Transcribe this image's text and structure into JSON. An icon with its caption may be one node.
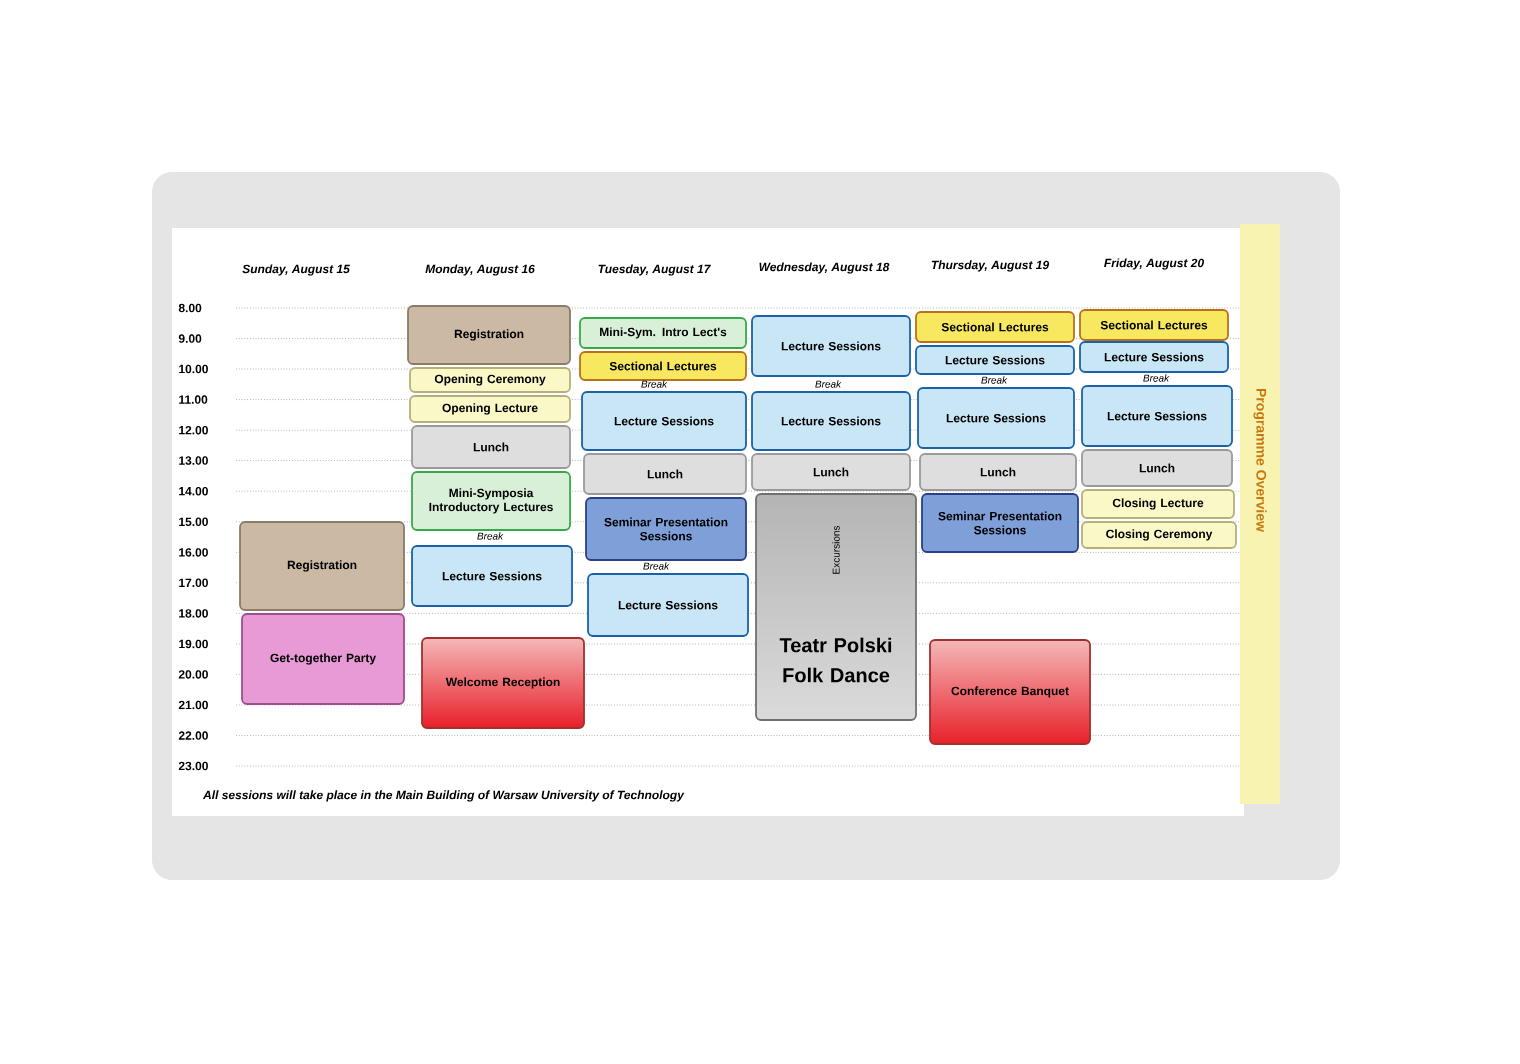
{
  "diagram": {
    "nodes": [
      {
        "text": [
          "Registration"
        ]
      },
      {
        "text": [
          "Get-together Party"
        ]
      },
      {
        "text": [
          "Registration"
        ]
      },
      {
        "text": [
          "Opening Ceremony"
        ]
      },
      {
        "text": [
          "Opening Lecture"
        ]
      },
      {
        "text": [
          "Lunch"
        ]
      },
      {
        "text": [
          "Mini-Symposia Introductory Lectures"
        ]
      },
      {
        "text": [
          "Lecture Sessions"
        ]
      },
      {
        "text": [
          "Welcome Reception"
        ]
      },
      {
        "text": [
          "Mini-Sym. Intro Lect's"
        ]
      },
      {
        "text": [
          "Sectional Lectures"
        ]
      },
      {
        "text": [
          "Lecture Sessions"
        ]
      },
      {
        "text": [
          "Lunch"
        ]
      },
      {
        "text": [
          "Seminar Presentation Sessions"
        ]
      },
      {
        "text": [
          "Lecture Sessions"
        ]
      },
      {
        "text": [
          "Lecture Sessions"
        ]
      },
      {
        "text": [
          "Lecture Sessions"
        ]
      },
      {
        "text": [
          "Lunch"
        ]
      },
      {
        "text": [
          "Excursions",
          "Teatr Polski Folk Dance"
        ]
      },
      {
        "text": [
          "Sectional Lectures"
        ]
      },
      {
        "text": [
          "Lecture Sessions"
        ]
      },
      {
        "text": [
          "Lecture Sessions"
        ]
      },
      {
        "text": [
          "Lunch"
        ]
      },
      {
        "text": [
          "Seminar Presentation Sessions"
        ]
      },
      {
        "text": [
          "Conference Banquet"
        ]
      },
      {
        "text": [
          "Sectional Lectures"
        ]
      },
      {
        "text": [
          "Lecture Sessions"
        ]
      },
      {
        "text": [
          "Lecture Sessions"
        ]
      },
      {
        "text": [
          "Lunch"
        ]
      },
      {
        "text": [
          "Closing Lecture"
        ]
      },
      {
        "text": [
          "Closing Ceremony"
        ]
      }
    ],
    "labels": [
      "Sunday, August 15",
      "Monday, August 16",
      "Tuesday, August 17",
      "Wednesday, August 18",
      "Thursday, August 19",
      "Friday, August 20",
      "8.00",
      "9.00",
      "10.00",
      "11.00",
      "12.00",
      "13.00",
      "14.00",
      "15.00",
      "16.00",
      "17.00",
      "18.00",
      "19.00",
      "20.00",
      "21.00",
      "22.00",
      "23.00",
      "Break",
      "Break",
      "Break",
      "Break",
      "Break",
      "Break",
      "Programme Overview",
      "All sessions will take place in the Main Building of Warsaw University of Technology"
    ]
  }
}
